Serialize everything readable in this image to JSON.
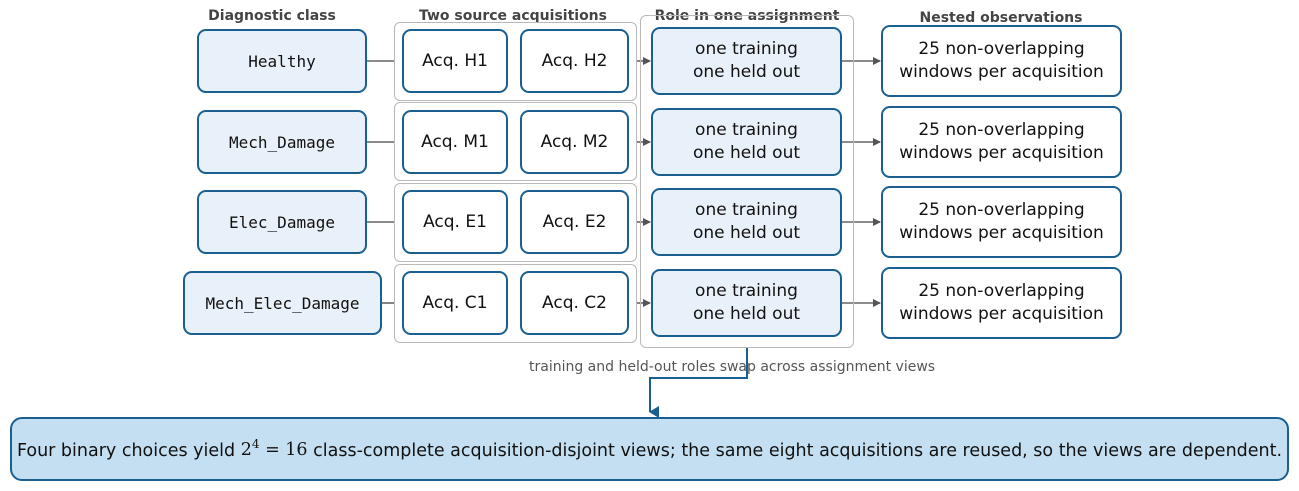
{
  "headers": {
    "class": "Diagnostic class",
    "sources": "Two source acquisitions",
    "role": "Role in one assignment",
    "observations": "Nested observations"
  },
  "rows": [
    {
      "class": "Healthy",
      "acq_a": "Acq. H1",
      "acq_b": "Acq. H2",
      "role_line1": "one training",
      "role_line2": "one held out",
      "obs_line1": "25 non-overlapping",
      "obs_line2": "windows per acquisition"
    },
    {
      "class": "Mech_Damage",
      "acq_a": "Acq. M1",
      "acq_b": "Acq. M2",
      "role_line1": "one training",
      "role_line2": "one held out",
      "obs_line1": "25 non-overlapping",
      "obs_line2": "windows per acquisition"
    },
    {
      "class": "Elec_Damage",
      "acq_a": "Acq. E1",
      "acq_b": "Acq. E2",
      "role_line1": "one training",
      "role_line2": "one held out",
      "obs_line1": "25 non-overlapping",
      "obs_line2": "windows per acquisition"
    },
    {
      "class": "Mech_Elec_Damage",
      "acq_a": "Acq. C1",
      "acq_b": "Acq. C2",
      "role_line1": "one training",
      "role_line2": "one held out",
      "obs_line1": "25 non-overlapping",
      "obs_line2": "windows per acquisition"
    }
  ],
  "swap_caption": "training and held-out roles swap across assignment views",
  "summary": {
    "before": "Four binary choices yield ",
    "math_base": "2",
    "math_exp": "4",
    "math_rest": " = 16",
    "after": " class-complete acquisition-disjoint views; the same eight acquisitions are reused, so the views are dependent."
  },
  "colors": {
    "border": "#1a5f8f",
    "light_fill": "#e8f1fa",
    "summary_fill": "#c4dff2",
    "connector": "#555555",
    "frame": "#b9b9b9"
  }
}
